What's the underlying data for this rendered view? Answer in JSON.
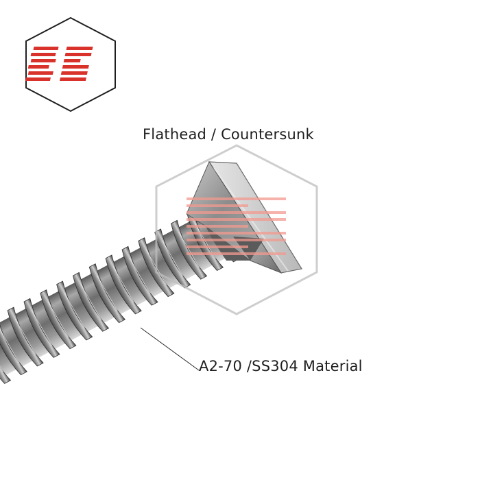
{
  "logo": {
    "text": "RG",
    "accent_color": "#d9322b",
    "outline_color": "#1f1f1f"
  },
  "labels": {
    "head_type": "Flathead / Countersunk",
    "material": "A2-70 /SS304 Material"
  },
  "photo": {
    "subject": "stainless-steel countersunk self-tapping screw",
    "background_color": "#ffffff"
  }
}
